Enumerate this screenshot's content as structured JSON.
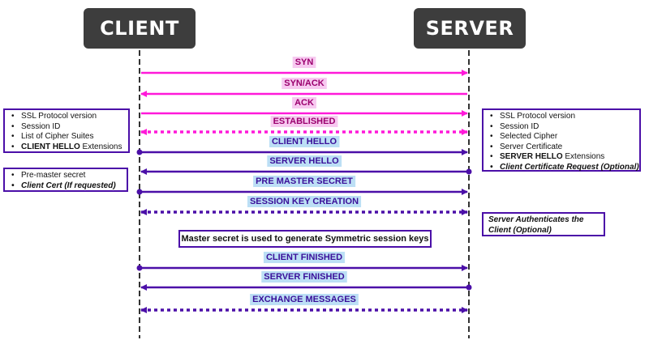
{
  "titles": {
    "client": "CLIENT",
    "server": "SERVER"
  },
  "colors": {
    "tcp": "#ff19d9",
    "tls": "#4b0fa8",
    "tcp_label_bg": "#f7c9f0",
    "tcp_label_fg": "#9b006e",
    "tls_label_bg": "#bcdff5",
    "tls_label_fg": "#3a0f99",
    "lifeline": "#333333"
  },
  "messages": [
    {
      "label": "SYN",
      "direction": "right",
      "style": "solid",
      "group": "tcp"
    },
    {
      "label": "SYN/ACK",
      "direction": "left",
      "style": "solid",
      "group": "tcp"
    },
    {
      "label": "ACK",
      "direction": "right",
      "style": "solid",
      "group": "tcp"
    },
    {
      "label": "ESTABLISHED",
      "direction": "both",
      "style": "dotted",
      "group": "tcp"
    },
    {
      "label": "CLIENT HELLO",
      "direction": "right",
      "style": "solid",
      "group": "tls"
    },
    {
      "label": "SERVER HELLO",
      "direction": "left",
      "style": "solid",
      "group": "tls"
    },
    {
      "label": "PRE MASTER SECRET",
      "direction": "right",
      "style": "solid",
      "group": "tls"
    },
    {
      "label": "SESSION KEY CREATION",
      "direction": "both",
      "style": "dotted",
      "group": "tls"
    },
    {
      "label": "CLIENT FINISHED",
      "direction": "right",
      "style": "solid",
      "group": "tls"
    },
    {
      "label": "SERVER FINISHED",
      "direction": "left",
      "style": "solid",
      "group": "tls"
    },
    {
      "label": "EXCHANGE MESSAGES",
      "direction": "both",
      "style": "dotted",
      "group": "tls"
    }
  ],
  "client_hello_box": {
    "items": [
      "SSL Protocol version",
      "Session ID",
      "List of Cipher Suites"
    ],
    "last_bold": "CLIENT HELLO",
    "last_rest": " Extensions"
  },
  "client_cert_box": {
    "item1": "Pre-master secret",
    "item2": "Client Cert (If requested)"
  },
  "server_hello_box": {
    "items": [
      "SSL Protocol version",
      "Session ID",
      "Selected Cipher",
      "Server Certificate"
    ],
    "bold_item": "SERVER HELLO",
    "bold_item_rest": " Extensions",
    "last_item": "Client Certificate Request (Optional)"
  },
  "server_auth_note": "Server Authenticates the Client (Optional)",
  "master_secret_note": "Master secret is used to generate Symmetric session keys"
}
